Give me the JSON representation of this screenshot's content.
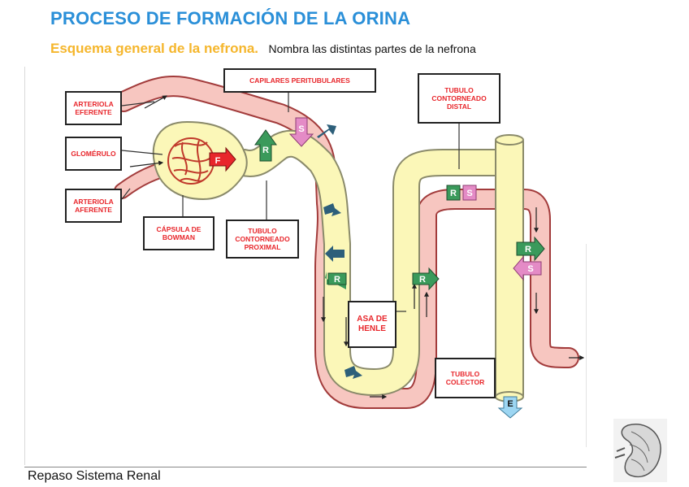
{
  "header": {
    "title": "PROCESO DE FORMACIÓN DE LA ORINA",
    "subtitle": "Esquema general de la nefrona.",
    "instruction": "Nombra las distintas partes de la nefrona"
  },
  "labels": {
    "arteriola_eferente": [
      "ARTERIOLA",
      "EFERENTE"
    ],
    "glomerulo": [
      "GLOMÉRULO"
    ],
    "arteriola_aferente": [
      "ARTERIOLA",
      "AFERENTE"
    ],
    "capsula_bowman": [
      "CÁPSULA DE",
      "BOWMAN"
    ],
    "tubulo_proximal": [
      "TUBULO",
      "CONTORNEADO",
      "PROXIMAL"
    ],
    "capilares": [
      "CAPILARES PERITUBULARES"
    ],
    "tubulo_distal": [
      "TUBULO",
      "CONTORNEADO",
      "DISTAL"
    ],
    "asa_henle": [
      "ASA DE",
      "HENLE"
    ],
    "tubulo_colector": [
      "TUBULO",
      "COLECTOR"
    ]
  },
  "markers": {
    "filtration": "F",
    "reabsorption": "R",
    "secretion": "S",
    "excretion": "E"
  },
  "colors": {
    "title": "#2a8fd8",
    "subtitle": "#f5b62c",
    "label_text": "#e8262b",
    "tubule_fill": "#fbf7b8",
    "capillary_fill": "#f7c6c0",
    "filtration": "#e8262b",
    "reabsorption": "#3a9a5b",
    "secretion": "#e48bc6",
    "excretion": "#9dd6f2",
    "water": "#2d5f7a"
  },
  "footer": "Repaso Sistema Renal"
}
